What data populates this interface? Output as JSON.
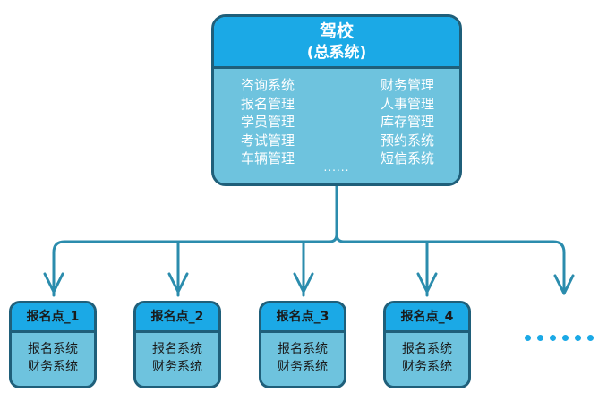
{
  "colors": {
    "header_fill": "#1ba9e6",
    "body_fill": "#6ec3de",
    "border": "#1f5f7a",
    "connector": "#2b8cad"
  },
  "top_box": {
    "title": "驾校",
    "subtitle": "(总系统)",
    "left_items": [
      "咨询系统",
      "报名管理",
      "学员管理",
      "考试管理",
      "车辆管理"
    ],
    "right_items": [
      "财务管理",
      "人事管理",
      "库存管理",
      "预约系统",
      "短信系统"
    ],
    "ellipsis": "......"
  },
  "branches": [
    {
      "title": "报名点_1",
      "items": [
        "报名系统",
        "财务系统"
      ]
    },
    {
      "title": "报名点_2",
      "items": [
        "报名系统",
        "财务系统"
      ]
    },
    {
      "title": "报名点_3",
      "items": [
        "报名系统",
        "财务系统"
      ]
    },
    {
      "title": "报名点_4",
      "items": [
        "报名系统",
        "财务系统"
      ]
    }
  ],
  "more_indicator": "......"
}
